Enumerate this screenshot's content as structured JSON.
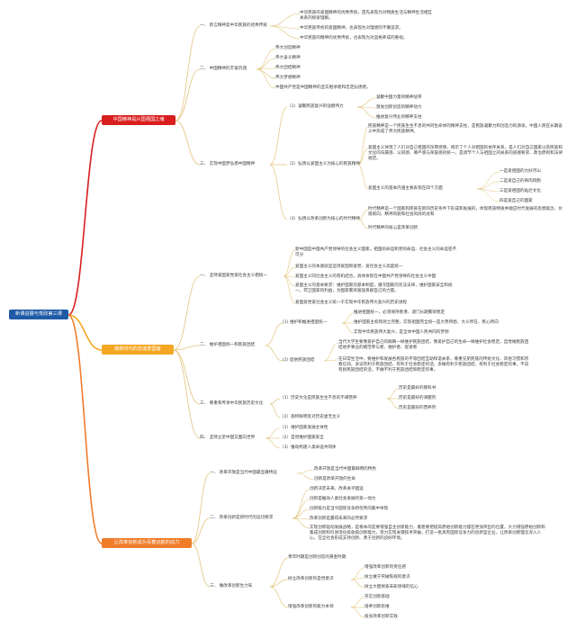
{
  "colors": {
    "root": "#1f5aa6",
    "branch1": "#d91e1e",
    "branch2": "#f5a623",
    "branch3": "#f07c2a",
    "line": "#e3c27a"
  },
  "root": "新课进展与党政第三课",
  "b1": {
    "label": "中国精神是兴国强国之魂",
    "s1": {
      "label": "一、 新言精神是中华民族的优秀传统",
      "items": [
        "中华民族的爱国精神的优秀传统，首先表现为对物质生活与精神生活相互关系的探索理解。",
        "中华民族传统的爱国精神，也表现为对理想的不懈追求。",
        "中华民族的精神的优秀传统，也表现为对品格养成的重视。"
      ]
    },
    "s2": {
      "label": "二、 中国精神的丰富内涵",
      "items": [
        "伟大创造精神",
        "伟大奋斗精神",
        "伟大团结精神",
        "伟大梦想精神"
      ],
      "note": "中国共产党是中国精神的坚实继承者和忠定弘扬者。"
    },
    "s3": {
      "label": "三、 实现中国梦弘扬中国精神",
      "p1": {
        "label": "（1）凝聚民族复兴的强健伟力",
        "items": [
          "凝聚中国力量的精神纽带",
          "激发创新创造的精神动力",
          "推进复兴伟业的精神支柱"
        ]
      },
      "p2": {
        "label": "（2）弘扬以爱国主义为核心的民族精神",
        "a": "民族精神是一个民族生生不息的共同生命体的精神支柱，是民族凝聚力和创造力的源泉，中国人民在长期奋斗中形成了伟大民族精神。",
        "b": "爱国主义体现了人们对自己祖国的深厚感情，揭示了个人对祖国的依存关系，是人们对自己国家以及民族和文化的归属感、认同感、尊严感与荣誉感的统一，是调节个人与祖国之间关系的道德要求、政治原则和法律规范。",
        "c": "爱国主义的基本内涵主要表现在四个方面",
        "sub": [
          "一是爱祖国的大好河山",
          "二是爱自己的骨肉同胞",
          "三是爱祖国的灿烂文化",
          "四是爱自己的国家"
        ]
      },
      "p3": {
        "label": "（3）弘扬以改革创新为核心的时代精神",
        "items": [
          "时代精神是一个国家和民族在新的历史条件下形成和发展的，体现民族特质并顺应时代发展的思想观念、价值取向、精神风貌和社会风尚的总和",
          "时代精神的核心是改革创新"
        ]
      }
    }
  },
  "b2": {
    "label": "做新时代的忠诚爱国者",
    "s1": {
      "label": "一、 坚持爱国爱党爱社会主义相统一",
      "items": [
        "新中国是中国共产党领导的社会主义国家。祖国的命运和党的命运、社会主义的命运密不可分",
        "爱国主义的本质就是坚持爱国和爱党、爱社会主义高度统一",
        "爱国主义同社会主义的有机结合，具体体现在中国共产党领导的社会主义中国",
        "爱国主义的基本要求：维护国家的基本制度，遵守国家的宪法法律，维护国家安全和统一，捍卫国家的利益，为国家繁荣富强贡献自己的力量。",
        "爱国爱党爱社会主义统一于实现中华民族伟大复兴的历史进程"
      ]
    },
    "s2": {
      "label": "二、 维护祖国统一和民族团结",
      "p1": {
        "label": "(1) 维护和推进祖国统一",
        "items": [
          "推进祖国统一，必须保持香港、澳门长期繁荣稳定",
          "维护国家主权和领土完整，实现祖国完全统一是大势所趋、大义所在、民心所向",
          "实现中华民族伟大复兴，是全体中国人民共同的梦想"
        ]
      },
      "p2": {
        "label": "(2) 促进民族团结",
        "items": [
          "当代大学生要像爱护自己的眼睛一样维护民族团结，像爱护自己的生命一样维护社会稳定，自觉做民族团结进步事业的模范参与者、维护者、促进者",
          "在日常生活中，要维护和发展各民族的平等团结互助和谐关系，尊重兄弟民族的传统文化、风俗习惯和宗教信仰，多读有利于民族团结、有利于社会稳定的话，多做有利于民族团结、有利于社会稳定的事，不说有损民族团结的话，不做不利于民族团结和稳定的事。"
        ]
      }
    },
    "s3": {
      "label": "三、 尊重和传承中华民族历史文化",
      "p1": {
        "label": "（1）历史文化是民族生生不息的不竭营养",
        "items": [
          "历史是最好的教科书",
          "历史是最好的清醒剂",
          "历史是最好的营养剂"
        ]
      },
      "p2": "（2）旗帜鲜明反对历史虚无主义"
    },
    "s4": {
      "label": "四、 坚持立足中国又面向世界",
      "items": [
        "（1）维护国家发展主体性",
        "（2）自觉维护国家安全",
        "（3）推动构建人类命运共同体"
      ]
    }
  },
  "b3": {
    "label": "让改革创新成为青春远航的动力",
    "s1": {
      "label": "一、 改革开放是当代中国最显著特征",
      "items": [
        "改革开放是当代中国最鲜明的特色",
        "创新是改革开放的生命"
      ]
    },
    "s2": {
      "label": "二、 改革创新是新时代的迫切要求",
      "items": [
        "创新决定未来，改革关乎国运",
        "创新是推动人类社会发展的第一动力",
        "创新能力是当今国际竞争新优势的集中体现",
        "改革创新是赢得未来的必然要求",
        "实现创新驱动发展战略，是根本的是要增强自主创新能力，着者要把提高原始创新能力摆在更加突出的位置，大力增强原始创新和集成创新和引进消化吸收再创新能力，努力实现关键技术突破，打造一批具有国际竞争力的创新型企业，让改革创新理念深入人心，在全社会形成支持创新、勇于创新的良好环境。"
      ]
    },
    "s3": {
      "label": "三、 做改革创新生力军",
      "a": "青年时期是创新创造的黄金时期",
      "p1": {
        "label": "树立改革创新的自觉意识",
        "items": [
          "增强改革创新的责任感",
          "树立敢于突破陈规的意识",
          "树立大胆探索未知领域的信心"
        ]
      },
      "p2": {
        "label": "增强改革创新的能力本领",
        "items": [
          "夯实创新基础",
          "培养创新思维",
          "投身改革创新实践"
        ]
      }
    }
  }
}
